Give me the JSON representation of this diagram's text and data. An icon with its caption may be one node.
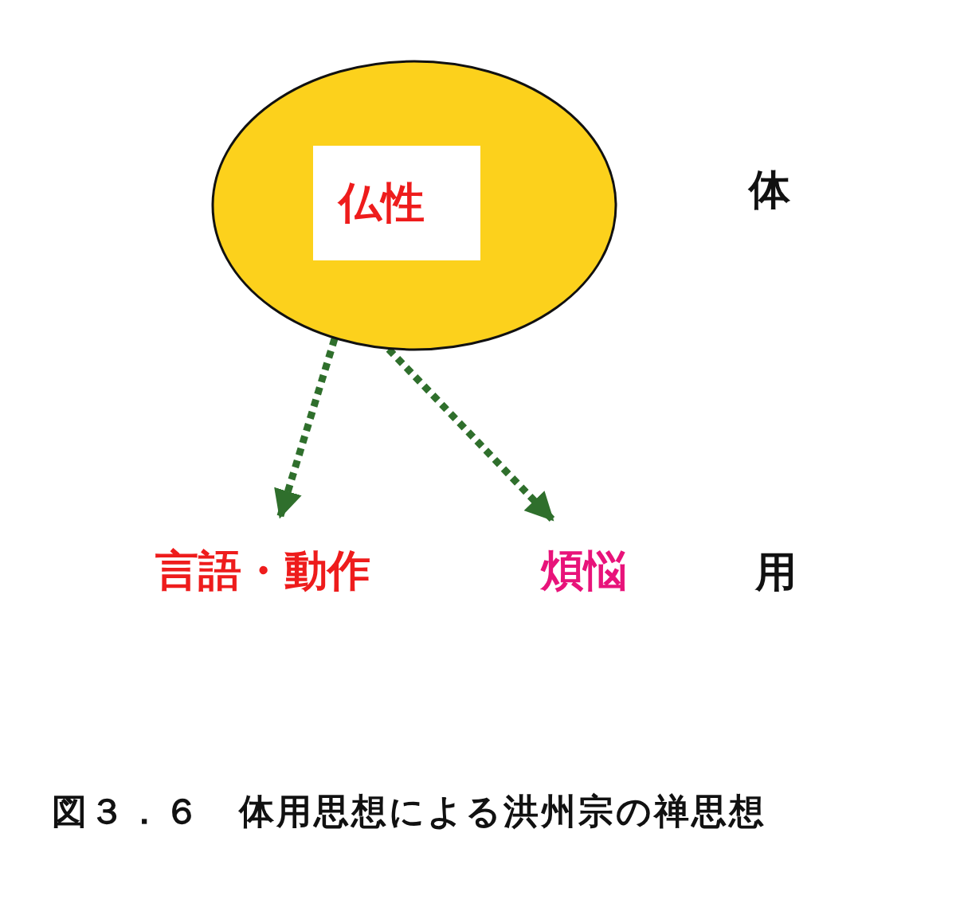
{
  "diagram": {
    "caption": "図３．６　体用思想による洪州宗の禅思想",
    "nodes": [
      {
        "text": [],
        "shape": "ellipse"
      },
      {
        "text": [
          "仏性"
        ],
        "in": 0
      },
      {
        "text": [
          "言語・動作"
        ]
      },
      {
        "text": [
          "煩悩"
        ]
      }
    ],
    "edges": [
      {
        "from": 0,
        "to": 2,
        "arrow": "to",
        "style": "dashed"
      },
      {
        "from": 0,
        "to": 3,
        "arrow": "to",
        "style": "dashed"
      }
    ],
    "labels": [
      "体",
      "用"
    ]
  }
}
